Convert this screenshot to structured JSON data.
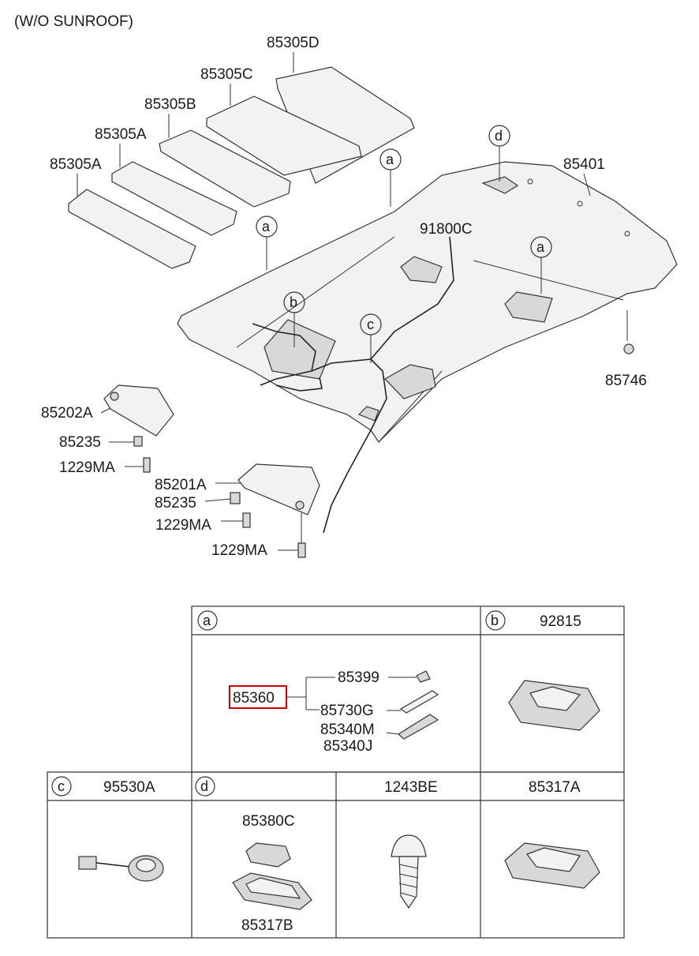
{
  "header": {
    "variant_label": "(W/O SUNROOF)"
  },
  "parts": {
    "p85305D": "85305D",
    "p85305C": "85305C",
    "p85305B": "85305B",
    "p85305A_1": "85305A",
    "p85305A_2": "85305A",
    "p85401": "85401",
    "p91800C": "91800C",
    "p85746": "85746",
    "p85202A": "85202A",
    "p85235_1": "85235",
    "p1229MA_1": "1229MA",
    "p85201A": "85201A",
    "p85235_2": "85235",
    "p1229MA_2": "1229MA",
    "p1229MA_3": "1229MA"
  },
  "callouts": {
    "a": "a",
    "b": "b",
    "c": "c",
    "d": "d"
  },
  "table": {
    "a": {
      "letter": "a",
      "assembly": "85360",
      "items": [
        "85399",
        "85730G",
        "85340M",
        "85340J"
      ]
    },
    "b": {
      "letter": "b",
      "part": "92815"
    },
    "c": {
      "letter": "c",
      "part": "95530A"
    },
    "d": {
      "letter": "d",
      "items": [
        "85380C",
        "85317B"
      ]
    },
    "e": {
      "part": "1243BE"
    },
    "f": {
      "part": "85317A"
    }
  },
  "colors": {
    "highlight_box": "#d00000",
    "line": "#333333"
  }
}
